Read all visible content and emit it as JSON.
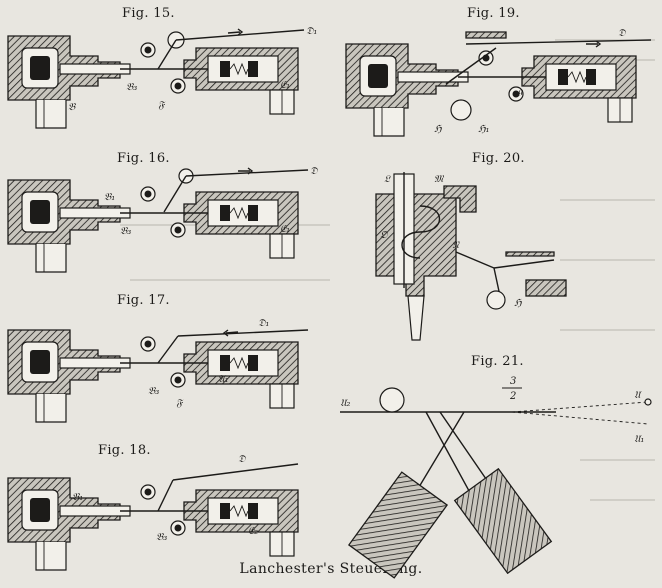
{
  "figures": {
    "f15": "Fig. 15.",
    "f16": "Fig. 16.",
    "f17": "Fig. 17.",
    "f18": "Fig. 18.",
    "f19": "Fig. 19.",
    "f20": "Fig. 20.",
    "f21": "Fig. 21."
  },
  "caption": "Lanchester's Steuerung.",
  "fraction": {
    "num": "3",
    "den": "2"
  }
}
